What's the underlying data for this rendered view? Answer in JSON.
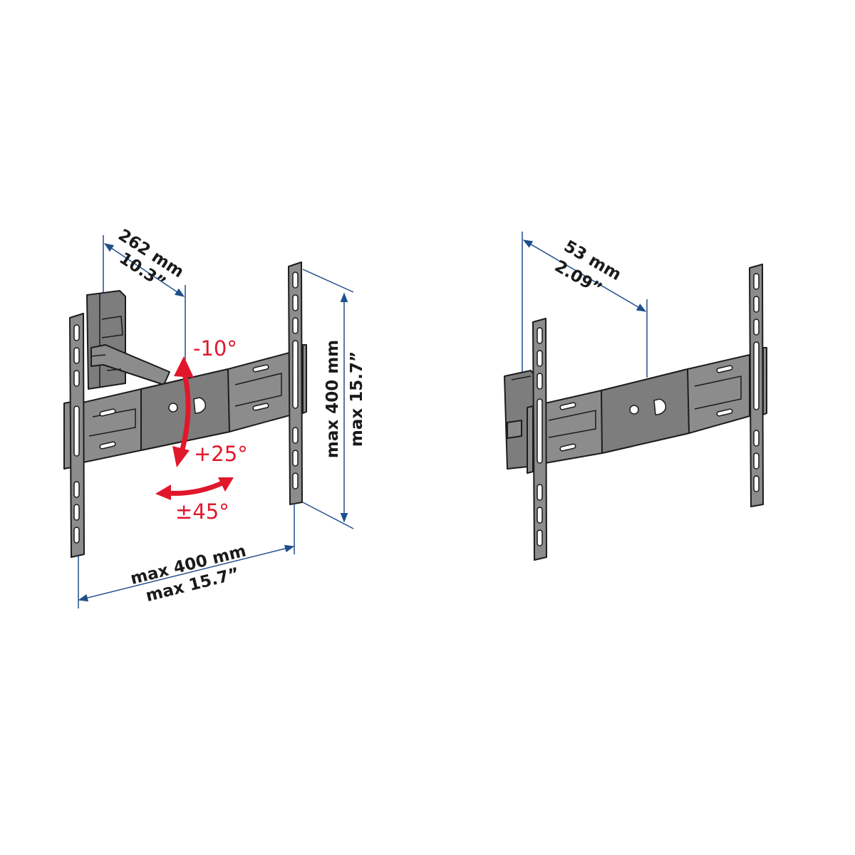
{
  "colors": {
    "dimension": "#1f4f8a",
    "angle": "#e1172c",
    "metal": "#8c8c8c",
    "outline": "#1c1c1c"
  },
  "left_mount": {
    "depth": {
      "mm": "262 mm",
      "inch": "10.3”"
    },
    "vertical": {
      "mm": "max 400 mm",
      "inch": "max 15.7”"
    },
    "horizontal": {
      "mm": "max 400 mm",
      "inch": "max 15.7”"
    },
    "tilt_up": "-10°",
    "tilt_down": "+25°",
    "swivel": "±45°"
  },
  "right_mount": {
    "depth": {
      "mm": "53 mm",
      "inch": "2.09”"
    }
  }
}
